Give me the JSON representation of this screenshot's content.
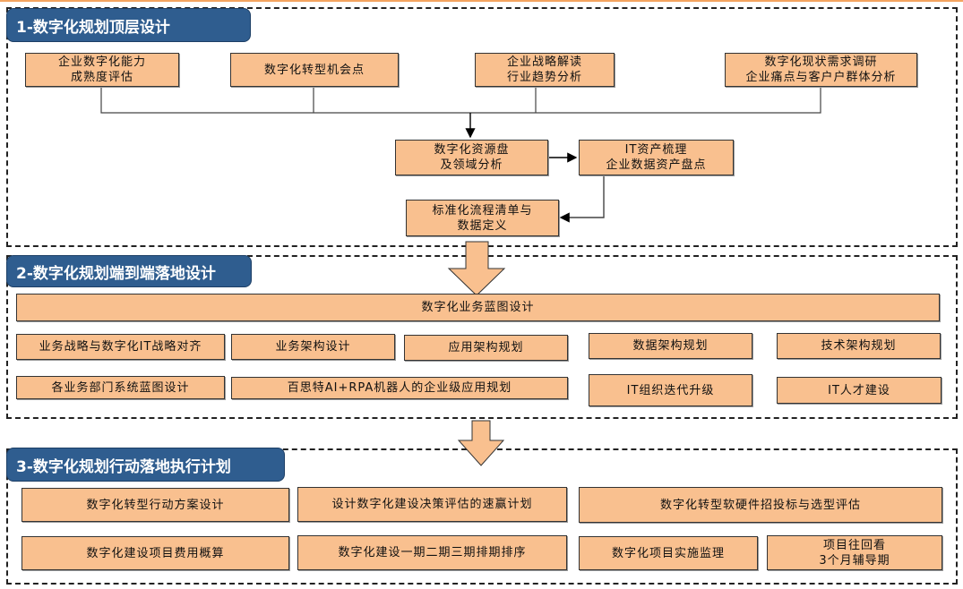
{
  "sections": [
    {
      "title": "1-数字化规划顶层设计",
      "boxes": [
        {
          "lines": [
            "企业数字化能力",
            "成熟度评估"
          ]
        },
        {
          "lines": [
            "数字化转型机会点"
          ]
        },
        {
          "lines": [
            "企业战略解读",
            "行业趋势分析"
          ]
        },
        {
          "lines": [
            "数字化现状需求调研",
            "企业痛点与客户户群体分析"
          ]
        },
        {
          "lines": [
            "数字化资源盘",
            "及领域分析"
          ]
        },
        {
          "lines": [
            "IT资产梳理",
            "企业数据资产盘点"
          ]
        },
        {
          "lines": [
            "标准化流程清单与",
            "数据定义"
          ]
        }
      ]
    },
    {
      "title": "2-数字化规划端到端落地设计",
      "boxes": [
        {
          "lines": [
            "数字化业务蓝图设计"
          ]
        },
        {
          "lines": [
            "业务战略与数字化IT战略对齐"
          ]
        },
        {
          "lines": [
            "业务架构设计"
          ]
        },
        {
          "lines": [
            "应用架构规划"
          ]
        },
        {
          "lines": [
            "数据架构规划"
          ]
        },
        {
          "lines": [
            "技术架构规划"
          ]
        },
        {
          "lines": [
            "各业务部门系统蓝图设计"
          ]
        },
        {
          "lines": [
            "百思特AI+RPA机器人的企业级应用规划"
          ]
        },
        {
          "lines": [
            "IT组织迭代升级"
          ]
        },
        {
          "lines": [
            "IT人才建设"
          ]
        }
      ]
    },
    {
      "title": "3-数字化规划行动落地执行计划",
      "boxes": [
        {
          "lines": [
            "数字化转型行动方案设计"
          ]
        },
        {
          "lines": [
            "设计数字化建设决策评估的速赢计划"
          ]
        },
        {
          "lines": [
            "数字化转型软硬件招投标与选型评估"
          ]
        },
        {
          "lines": [
            "数字化建设项目费用概算"
          ]
        },
        {
          "lines": [
            "数字化建设一期二期三期排期排序"
          ]
        },
        {
          "lines": [
            "数字化项目实施监理"
          ]
        },
        {
          "lines": [
            "项目往回看",
            "3个月辅导期"
          ]
        }
      ]
    }
  ],
  "colors": {
    "badge": "#2f5d8f",
    "box": "#f9c08f",
    "arrow": "#f9c08f"
  }
}
